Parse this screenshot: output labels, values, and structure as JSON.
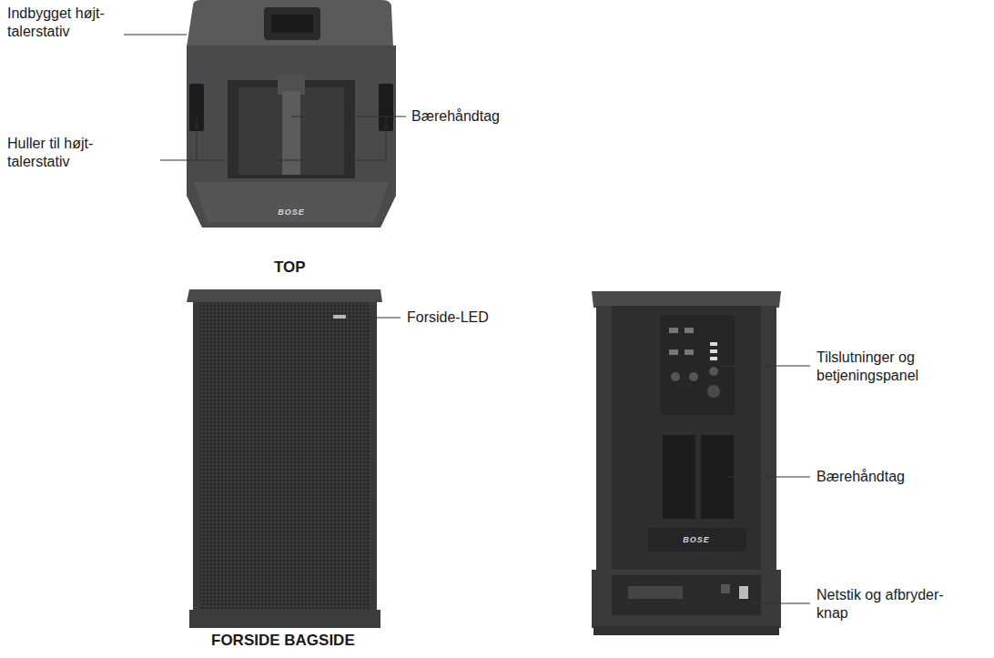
{
  "diagram": {
    "labels": [
      "Indbygget højt- talerstativ",
      "Huller til højt- talerstativ",
      "Bærehåndtag",
      "TOP",
      "Forside-LED",
      "Tilslutninger og betjeningspanel",
      "Bærehåndtag",
      "Netstik og afbryder- knap",
      "FORSIDE BAGSIDE",
      "BOSE",
      "BOSE"
    ]
  }
}
